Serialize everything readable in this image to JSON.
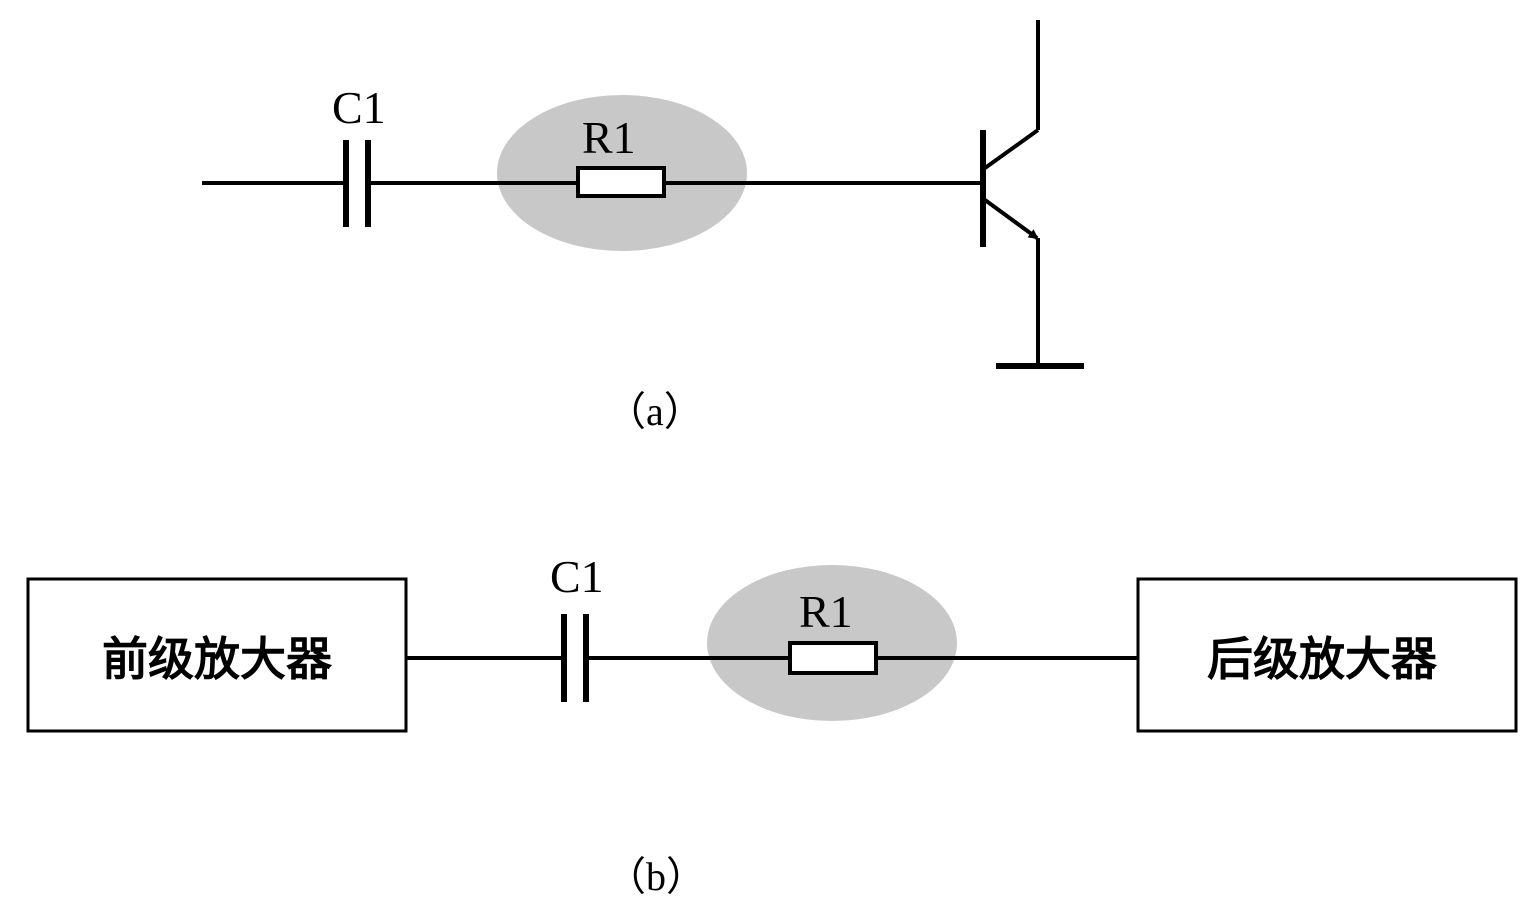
{
  "figure_a": {
    "caption": "（a）",
    "capacitor_label": "C1",
    "resistor_label": "R1"
  },
  "figure_b": {
    "caption": "（b）",
    "capacitor_label": "C1",
    "resistor_label": "R1",
    "left_block": "前级放大器",
    "right_block": "后级放大器"
  },
  "colors": {
    "highlight": "#c8c8c8",
    "line": "#000000"
  }
}
